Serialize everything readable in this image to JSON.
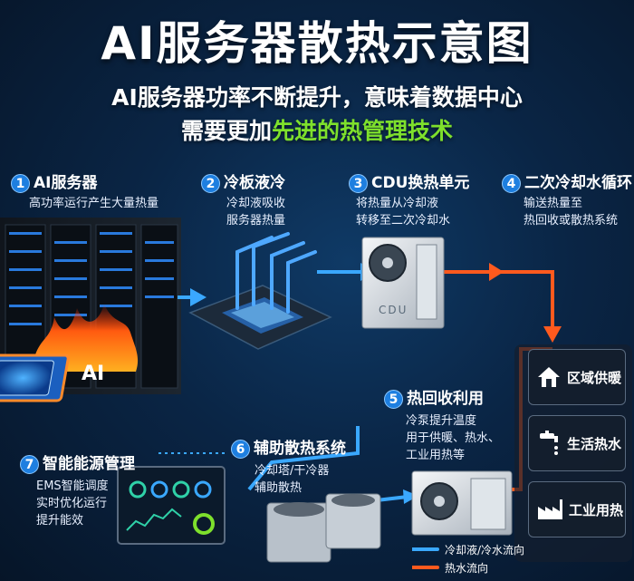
{
  "title": "AI服务器散热示意图",
  "subtitle_line1": "AI服务器功率不断提升，意味着数据中心",
  "subtitle_line2_prefix": "需要更加",
  "subtitle_line2_highlight": "先进的热管理技术",
  "steps": [
    {
      "num": "1",
      "title": "AI服务器",
      "desc": [
        "高功率运行产生大量热量"
      ]
    },
    {
      "num": "2",
      "title": "冷板液冷",
      "desc": [
        "冷却液吸收",
        "服务器热量"
      ]
    },
    {
      "num": "3",
      "title": "CDU换热单元",
      "desc": [
        "将热量从冷却液",
        "转移至二次冷却水"
      ]
    },
    {
      "num": "4",
      "title": "二次冷却水循环",
      "desc": [
        "输送热量至",
        "热回收或散热系统"
      ]
    },
    {
      "num": "5",
      "title": "热回收利用",
      "desc": [
        "冷泵提升温度",
        "用于供暖、热水、",
        "工业用热等"
      ]
    },
    {
      "num": "6",
      "title": "辅助散热系统",
      "desc": [
        "冷却塔/干冷器",
        "辅助散热"
      ]
    },
    {
      "num": "7",
      "title": "智能能源管理",
      "desc": [
        "EMS智能调度",
        "实时优化运行",
        "提升能效"
      ]
    }
  ],
  "chip_label": "AI",
  "cdu_label": "CDU",
  "uses": [
    {
      "label": "区域供暖",
      "icon": "house-icon"
    },
    {
      "label": "生活热水",
      "icon": "faucet-icon"
    },
    {
      "label": "工业用热",
      "icon": "factory-icon"
    }
  ],
  "legend": {
    "cold": "冷却液/冷水流向",
    "hot": "热水流向"
  },
  "colors": {
    "cold_flow": "#3aa8ff",
    "hot_flow": "#ff5a1e",
    "highlight": "#7ee02c",
    "step_badge": "#1e7fe0"
  }
}
